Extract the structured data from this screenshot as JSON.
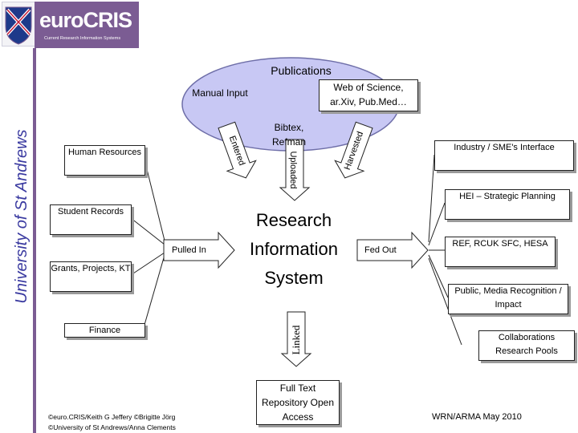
{
  "logo": {
    "title": "euroCRIS",
    "subtitle": "Current Research Information Systems"
  },
  "vertical_title": "University of St Andrews",
  "ellipse": {
    "title": "Publications",
    "manual_input": "Manual Input",
    "web_of_science": "Web of Science, ar.Xiv, Pub.Med…",
    "bibtex": "Bibtex, Refman"
  },
  "arrows": {
    "entered": "Entered",
    "uploaded": "Uploaded",
    "harvested": "Harvested",
    "pulled_in": "Pulled In",
    "fed_out": "Fed Out",
    "linked": "Linked"
  },
  "center": {
    "line1": "Research",
    "line2": "Information",
    "line3": "System"
  },
  "left_sources": [
    "Human Resources",
    "Student Records",
    "Grants, Projects, KT",
    "Finance"
  ],
  "right_targets": [
    "Industry / SME's Interface",
    "HEI – Strategic Planning",
    "REF, RCUK SFC, HESA",
    "Public, Media Recognition / Impact",
    "Collaborations Research Pools"
  ],
  "repository": "Full Text Repository Open Access",
  "footer": {
    "credit1": "©euro.CRIS/Keith G Jeffery ©Brigitte Jörg",
    "credit2": "©University of St Andrews/Anna Clements",
    "date": "WRN/ARMA May 2010"
  },
  "colors": {
    "ellipse_fill": "#c8c8f4",
    "ellipse_stroke": "#6e6ea8",
    "brand_purple": "#7b5c93",
    "title_blue": "#3a3aa0"
  }
}
